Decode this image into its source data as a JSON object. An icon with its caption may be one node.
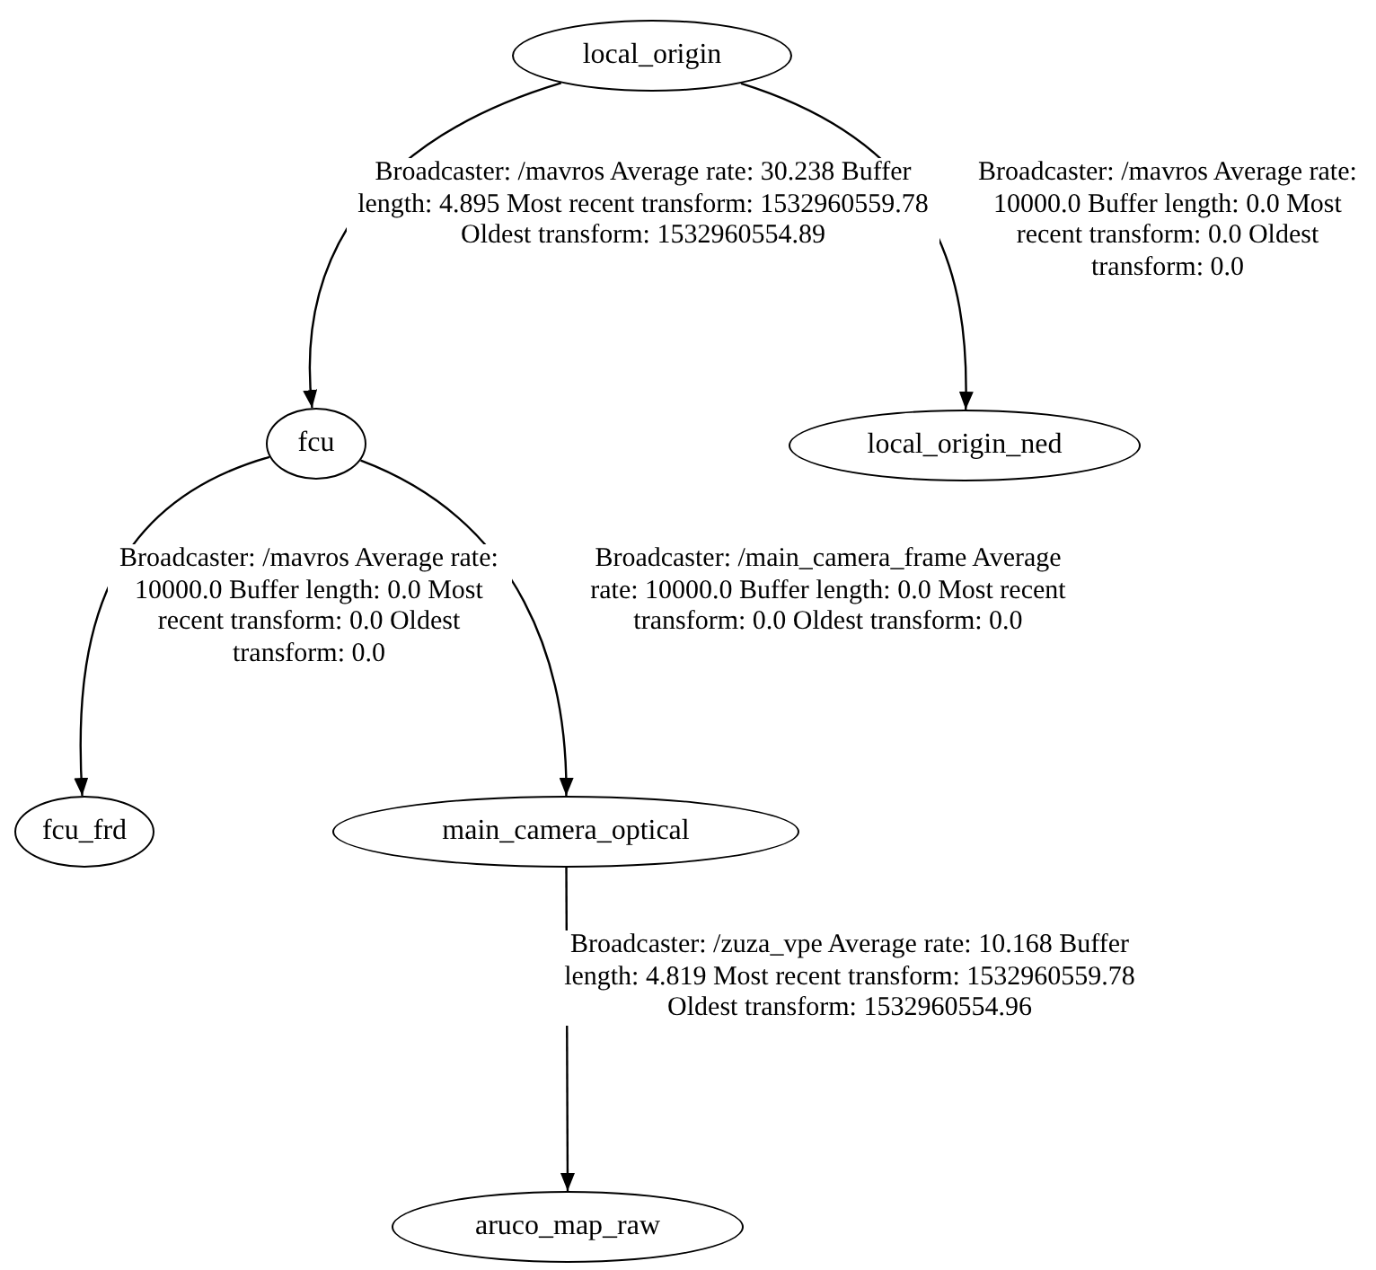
{
  "diagram": {
    "nodes": [
      {
        "text": [
          "local_origin"
        ]
      },
      {
        "text": [
          "fcu"
        ]
      },
      {
        "text": [
          "local_origin_ned"
        ]
      },
      {
        "text": [
          "fcu_frd"
        ]
      },
      {
        "text": [
          "main_camera_optical"
        ]
      },
      {
        "text": [
          "aruco_map_raw"
        ]
      }
    ],
    "edges": [
      {
        "from": 0,
        "to": 1,
        "arrow": "to",
        "label": "Broadcaster: /mavros Average rate: 30.238 Buffer length: 4.895 Most recent transform: 1532960559.78 Oldest transform: 1532960554.89"
      },
      {
        "from": 0,
        "to": 2,
        "arrow": "to",
        "label": "Broadcaster: /mavros Average rate: 10000.0 Buffer length: 0.0 Most recent transform: 0.0 Oldest transform: 0.0"
      },
      {
        "from": 1,
        "to": 3,
        "arrow": "to",
        "label": "Broadcaster: /mavros Average rate: 10000.0 Buffer length: 0.0 Most recent transform: 0.0 Oldest transform: 0.0"
      },
      {
        "from": 1,
        "to": 4,
        "arrow": "to",
        "label": "Broadcaster: /main_camera_frame Average rate: 10000.0 Buffer length: 0.0 Most recent transform: 0.0 Oldest transform: 0.0"
      },
      {
        "from": 4,
        "to": 5,
        "arrow": "to",
        "label": "Broadcaster: /zuza_vpe Average rate: 10.168 Buffer length: 4.819 Most recent transform: 1532960559.78 Oldest transform: 1532960554.96"
      }
    ]
  }
}
